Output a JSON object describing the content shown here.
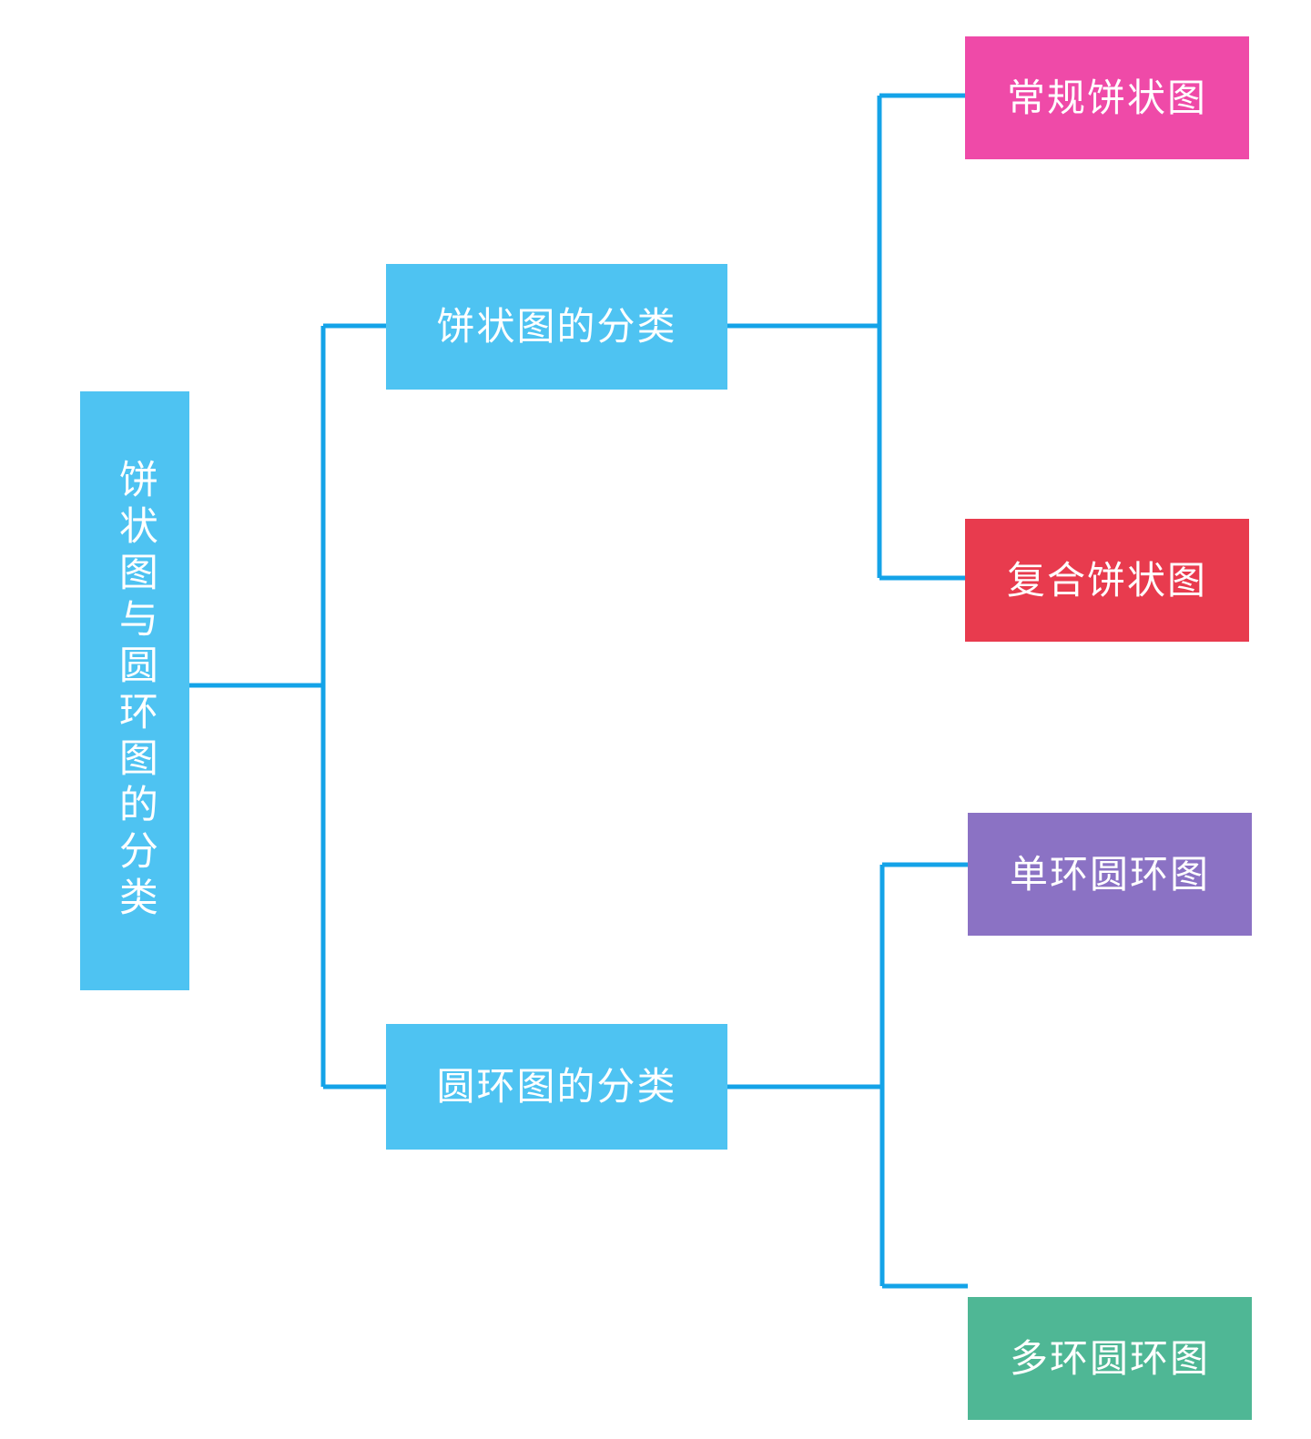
{
  "diagram": {
    "type": "mind-map",
    "orientation": "left-to-right",
    "background_color": "#ffffff",
    "connector_color": "#14a3e8",
    "connector_width": 5,
    "root": {
      "label": "饼状图与圆环图的分类",
      "color": "#4ec3f2",
      "text_orientation": "vertical"
    },
    "branches": [
      {
        "label": "饼状图的分类",
        "color": "#4ec3f2",
        "children": [
          {
            "label": "常规饼状图",
            "color": "#ef4aa8"
          },
          {
            "label": "复合饼状图",
            "color": "#e83b4e"
          }
        ]
      },
      {
        "label": "圆环图的分类",
        "color": "#4ec3f2",
        "children": [
          {
            "label": "单环圆环图",
            "color": "#8b72c4"
          },
          {
            "label": "多环圆环图",
            "color": "#4fb795"
          }
        ]
      }
    ]
  }
}
